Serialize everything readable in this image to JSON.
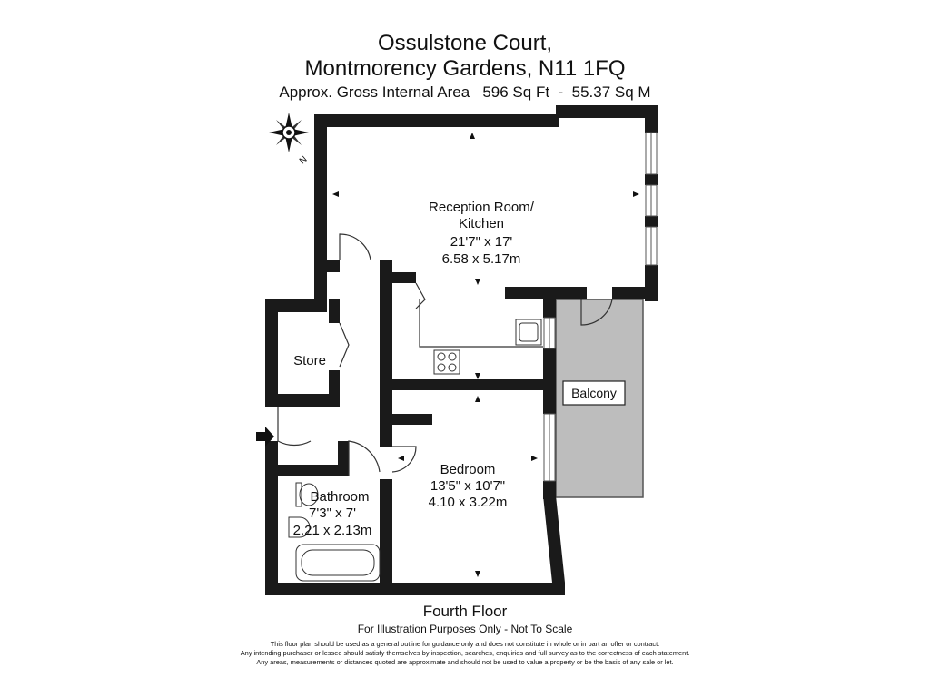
{
  "header": {
    "line1": "Ossulstone Court,",
    "line2": "Montmorency Gardens, N11 1FQ",
    "area_label": "Approx. Gross Internal Area",
    "area_sqft": "596 Sq Ft",
    "area_sep": "-",
    "area_sqm": "55.37 Sq M"
  },
  "compass": {
    "letter": "N"
  },
  "rooms": {
    "reception": {
      "name1": "Reception Room/",
      "name2": "Kitchen",
      "imperial": "21'7\" x 17'",
      "metric": "6.58 x 5.17m"
    },
    "store": {
      "name": "Store"
    },
    "balcony": {
      "name": "Balcony"
    },
    "bedroom": {
      "name": "Bedroom",
      "imperial": "13'5\" x 10'7\"",
      "metric": "4.10 x 3.22m"
    },
    "bathroom": {
      "name": "Bathroom",
      "imperial": "7'3\" x 7'",
      "metric": "2.21 x 2.13m"
    }
  },
  "footer": {
    "floor": "Fourth Floor",
    "illustration": "For Illustration Purposes Only - Not To Scale",
    "disclaimer1": "This floor plan should be used as a general outline for guidance only and does not constitute in whole or in part an offer or contract.",
    "disclaimer2": "Any intending purchaser or lessee should satisfy themselves by inspection, searches, enquiries and full survey as to the correctness of each statement.",
    "disclaimer3": "Any areas, measurements or distances quoted are approximate and should not be used to value a property or be the basis of any sale or let."
  }
}
